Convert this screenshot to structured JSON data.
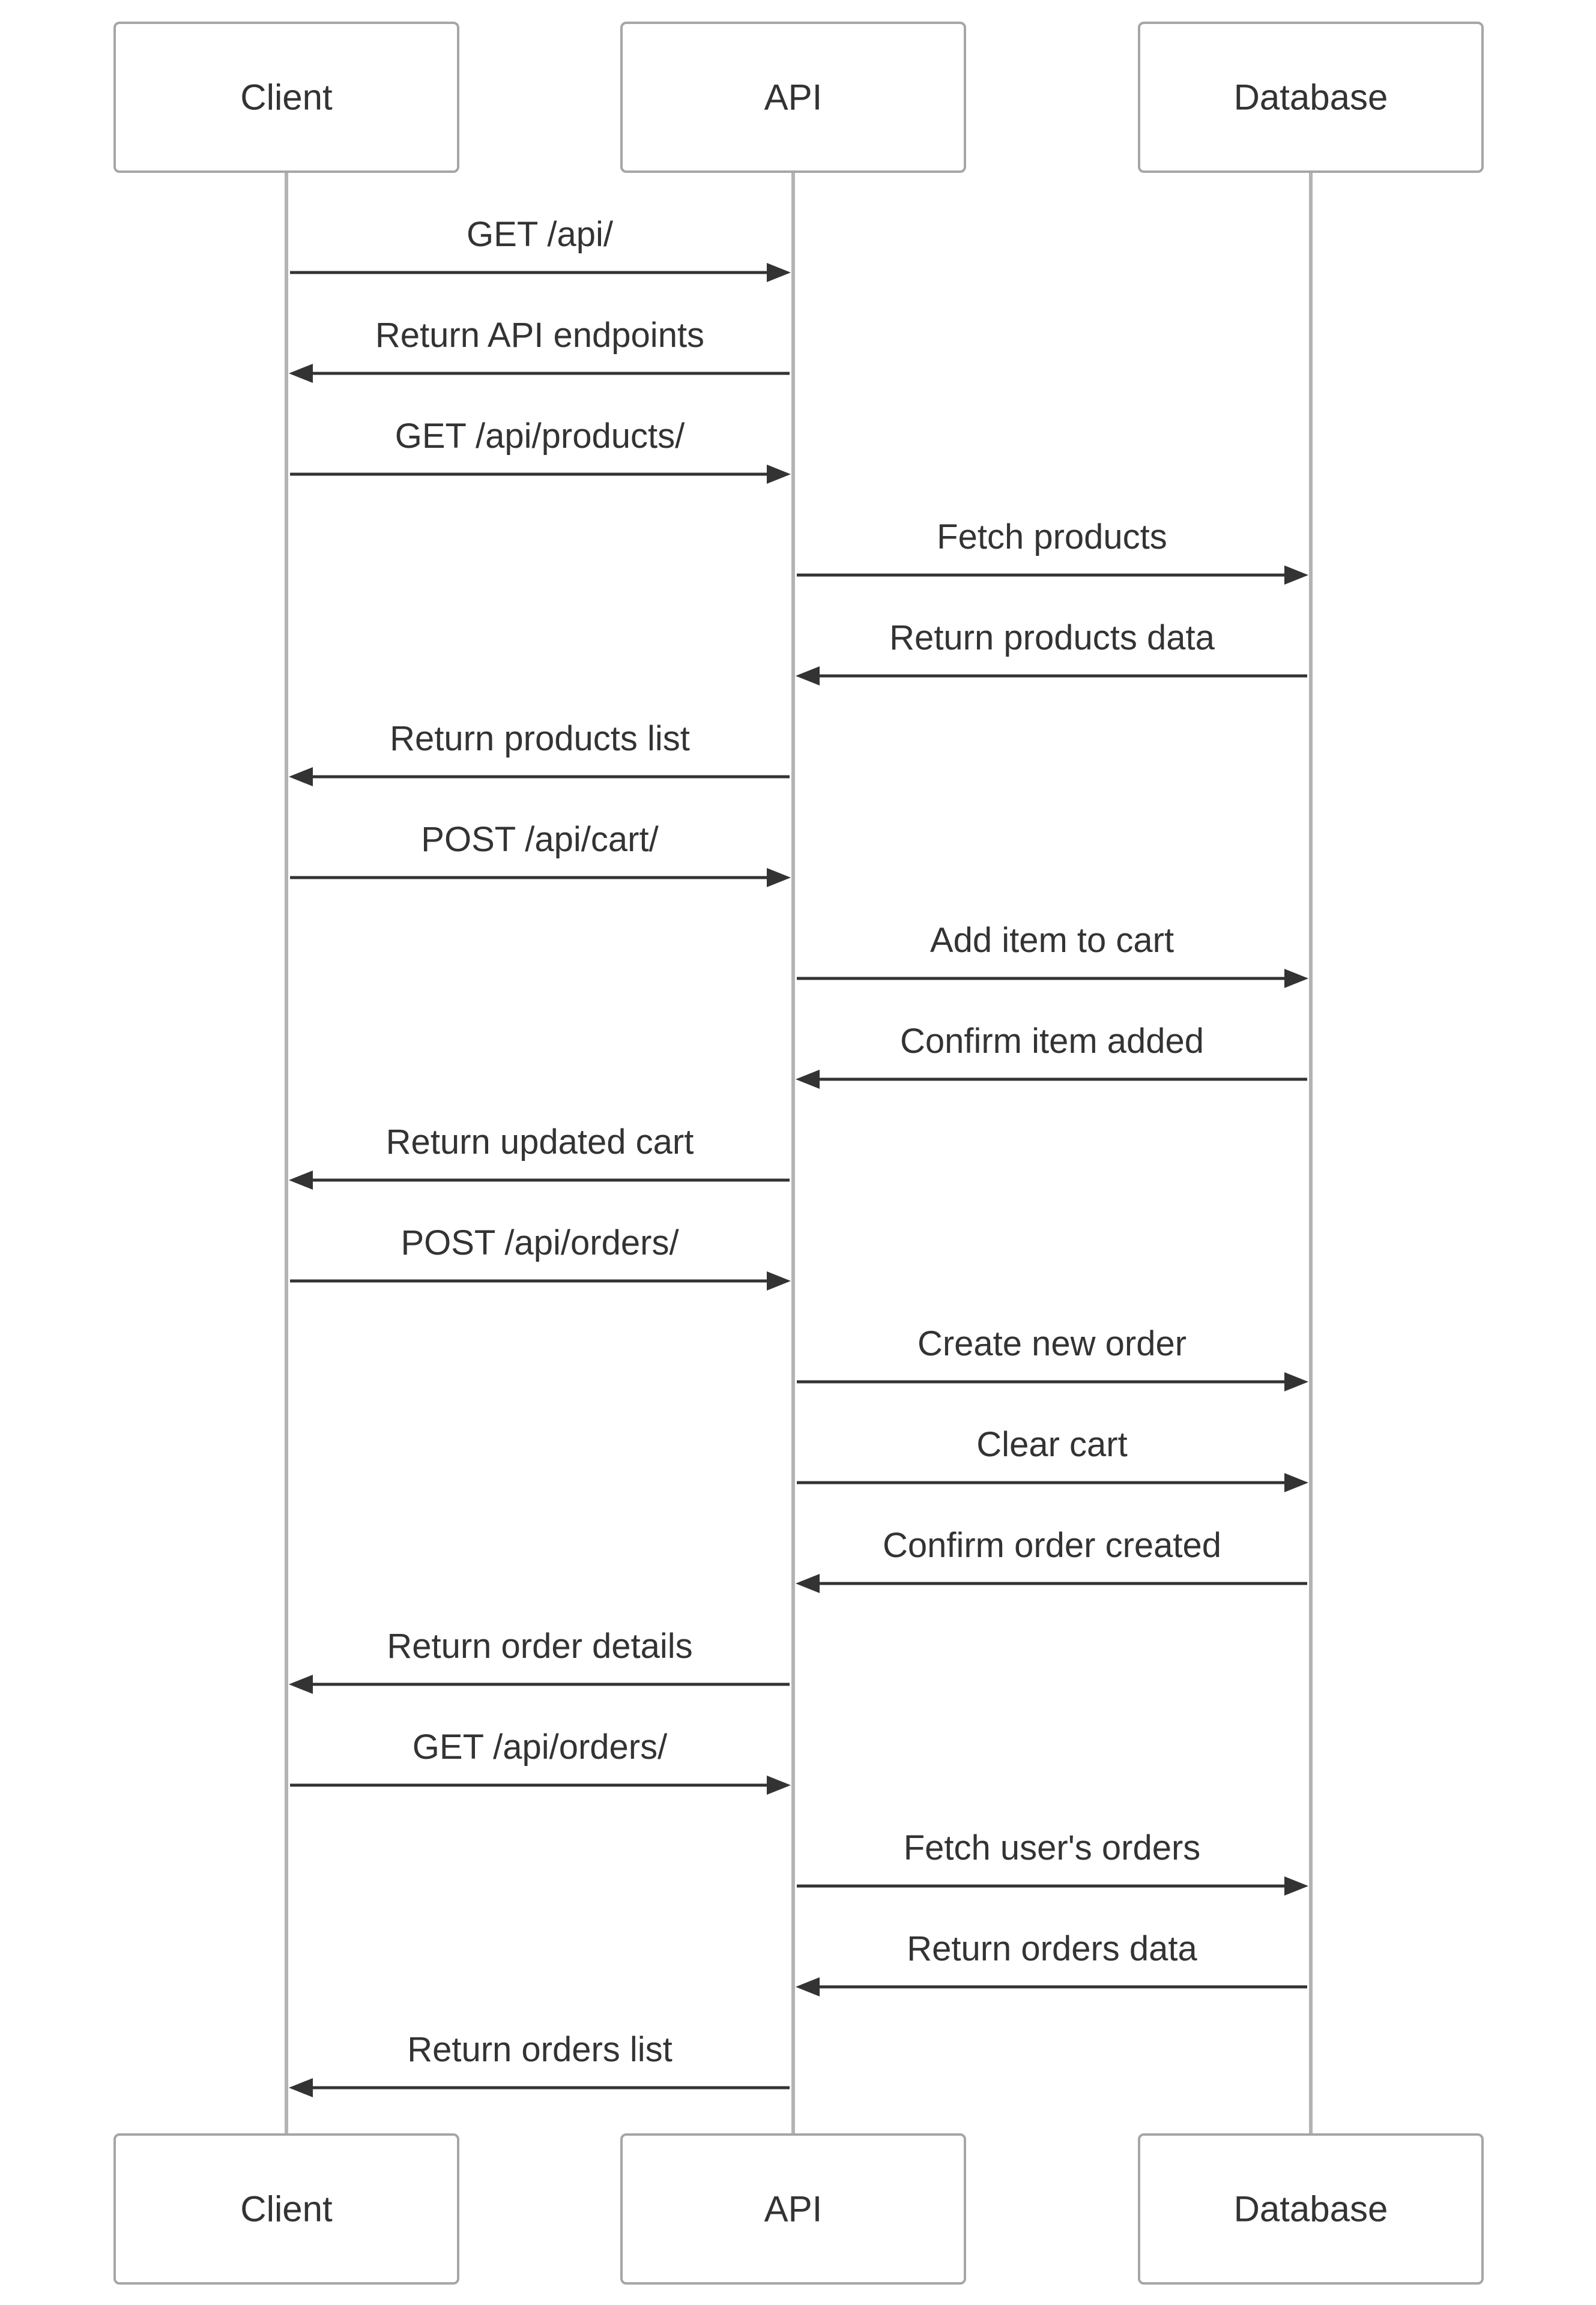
{
  "diagram": {
    "type": "sequence",
    "participants": [
      {
        "id": "client",
        "label": "Client"
      },
      {
        "id": "api",
        "label": "API"
      },
      {
        "id": "db",
        "label": "Database"
      }
    ],
    "messages": [
      {
        "from": "client",
        "to": "api",
        "label": "GET /api/"
      },
      {
        "from": "api",
        "to": "client",
        "label": "Return API endpoints"
      },
      {
        "from": "client",
        "to": "api",
        "label": "GET /api/products/"
      },
      {
        "from": "api",
        "to": "db",
        "label": "Fetch products"
      },
      {
        "from": "db",
        "to": "api",
        "label": "Return products data"
      },
      {
        "from": "api",
        "to": "client",
        "label": "Return products list"
      },
      {
        "from": "client",
        "to": "api",
        "label": "POST /api/cart/"
      },
      {
        "from": "api",
        "to": "db",
        "label": "Add item to cart"
      },
      {
        "from": "db",
        "to": "api",
        "label": "Confirm item added"
      },
      {
        "from": "api",
        "to": "client",
        "label": "Return updated cart"
      },
      {
        "from": "client",
        "to": "api",
        "label": "POST /api/orders/"
      },
      {
        "from": "api",
        "to": "db",
        "label": "Create new order"
      },
      {
        "from": "api",
        "to": "db",
        "label": "Clear cart"
      },
      {
        "from": "db",
        "to": "api",
        "label": "Confirm order created"
      },
      {
        "from": "api",
        "to": "client",
        "label": "Return order details"
      },
      {
        "from": "client",
        "to": "api",
        "label": "GET /api/orders/"
      },
      {
        "from": "api",
        "to": "db",
        "label": "Fetch user's orders"
      },
      {
        "from": "db",
        "to": "api",
        "label": "Return orders data"
      },
      {
        "from": "api",
        "to": "client",
        "label": "Return orders list"
      }
    ]
  },
  "colors": {
    "line": "#333333",
    "lifeline": "#b3b3b3",
    "box_border": "#a6a6a6",
    "text": "#333333"
  }
}
